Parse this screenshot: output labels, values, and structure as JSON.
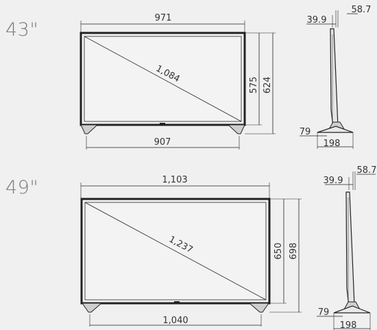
{
  "panels": [
    {
      "size_label": "43\"",
      "front": {
        "width": "971",
        "diagonal": "1,084",
        "screen_height": "575",
        "total_height": "624",
        "stand_width": "907"
      },
      "side": {
        "depth_top": "39.9",
        "depth_total": "58.7",
        "stand_offset": "79",
        "stand_depth": "198"
      }
    },
    {
      "size_label": "49\"",
      "front": {
        "width": "1,103",
        "diagonal": "1,237",
        "screen_height": "650",
        "total_height": "698",
        "stand_width": "1,040"
      },
      "side": {
        "depth_top": "39.9",
        "depth_total": "58.7",
        "stand_offset": "79",
        "stand_depth": "198"
      }
    }
  ]
}
